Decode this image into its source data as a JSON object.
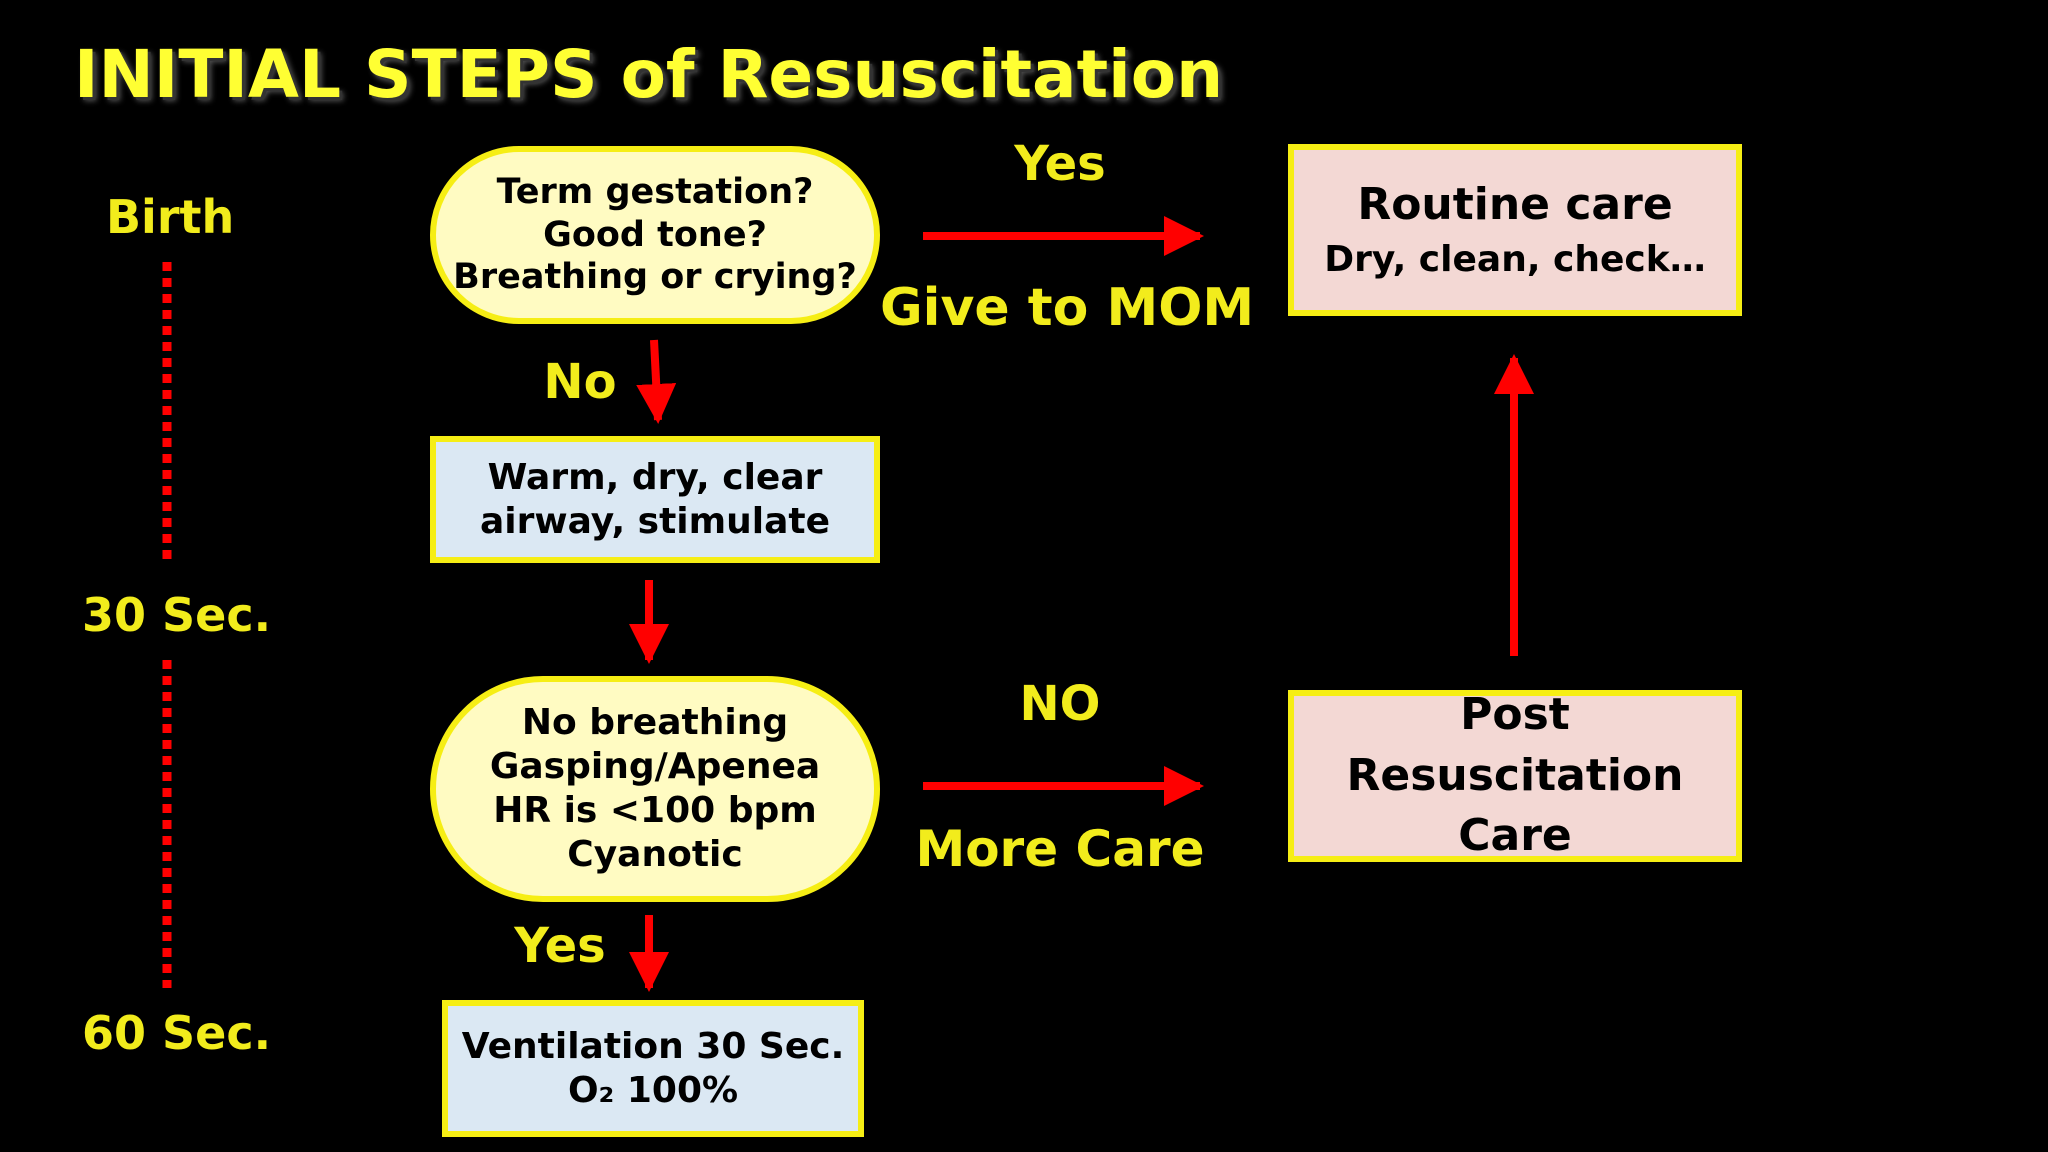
{
  "title": "INITIAL STEPS of Resuscitation",
  "timeline": {
    "birth": "Birth",
    "sec30": "30 Sec.",
    "sec60": "60 Sec."
  },
  "nodes": {
    "assess": [
      "Term gestation?",
      "Good tone?",
      "Breathing or crying?"
    ],
    "warm": [
      "Warm, dry, clear",
      "airway, stimulate"
    ],
    "evaluate": [
      "No breathing",
      "Gasping/Apenea",
      "HR is <100 bpm",
      "Cyanotic"
    ],
    "ventilation": [
      "Ventilation 30 Sec.",
      "O₂ 100%"
    ],
    "routine": {
      "title": "Routine care",
      "subtitle": "Dry, clean, check…"
    },
    "post": [
      "Post Resuscitation",
      "Care"
    ]
  },
  "edges": {
    "yes_top": "Yes",
    "give_to_mom": "Give to MOM",
    "no_left": "No",
    "no_right": "NO",
    "more_care": "More Care",
    "yes_bottom": "Yes"
  },
  "colors": {
    "background": "#000000",
    "label": "#f2ec1c",
    "arrow": "#ff0000",
    "border": "#f6ee14",
    "oval_fill": "#fffbc2",
    "blue_fill": "#dbe8f3",
    "pink_fill": "#f3d8d4"
  }
}
